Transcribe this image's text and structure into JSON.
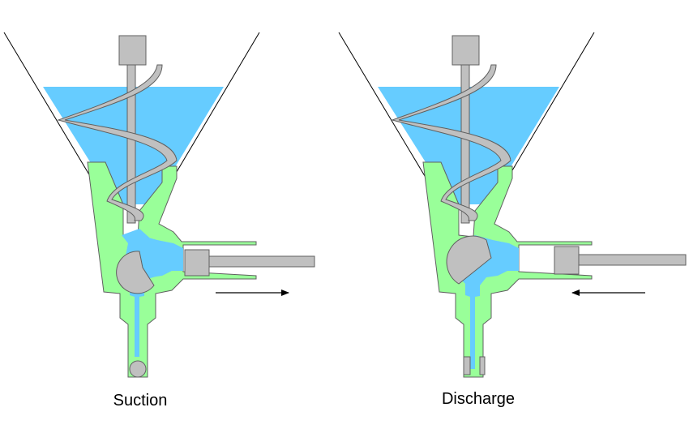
{
  "captions": {
    "left": "Suction",
    "right": "Discharge"
  },
  "colors": {
    "liquid": "#66ccff",
    "body": "#99ff99",
    "metal": "#c0c0c0",
    "outline": "#606060",
    "line": "#000000"
  },
  "panels": [
    {
      "name": "suction",
      "stroke_direction": "right"
    },
    {
      "name": "discharge",
      "stroke_direction": "left"
    }
  ]
}
